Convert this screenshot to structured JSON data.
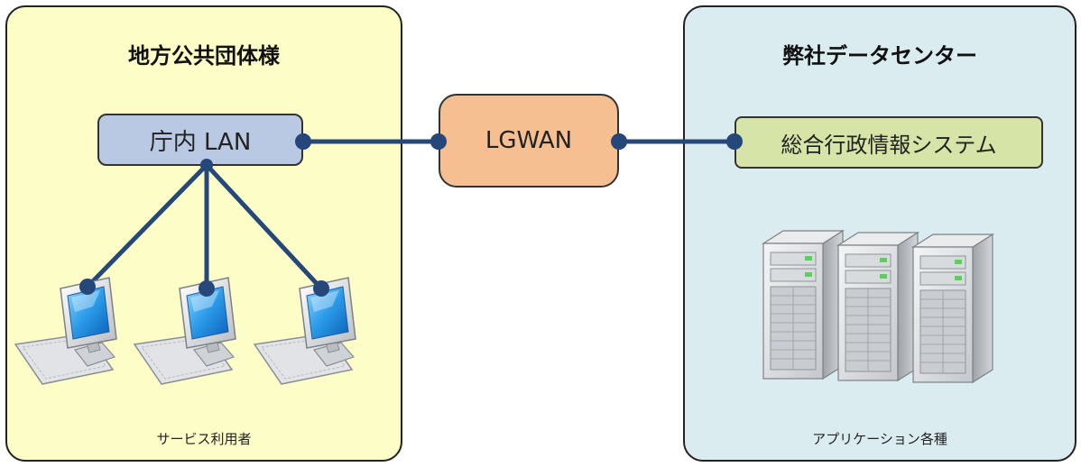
{
  "left_region": {
    "title": "地方公共団体様",
    "caption": "サービス利用者"
  },
  "right_region": {
    "title": "弊社データセンター",
    "caption": "アプリケーション各種"
  },
  "nodes": {
    "lan": "庁内 LAN",
    "lgwan": "LGWAN",
    "system": "総合行政情報システム"
  },
  "colors": {
    "connector": "#25477a",
    "left_panel": "#fdfdc8",
    "right_panel": "#dbecf1",
    "lan_box": "#b9c9e3",
    "lgwan_box": "#f6bf92",
    "system_box": "#d6e4a8"
  },
  "icons": [
    "computer-icon",
    "computer-icon",
    "computer-icon",
    "server-icon",
    "server-icon",
    "server-icon"
  ]
}
